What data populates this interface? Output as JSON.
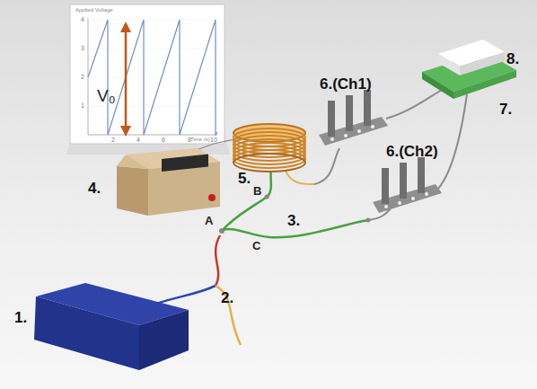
{
  "diagram": {
    "labels": [
      "1.",
      "2.",
      "3.",
      "4.",
      "5.",
      "6.(Ch1)",
      "6.(Ch2)",
      "7.",
      "8.",
      "A",
      "B",
      "C",
      "V₀",
      "Applied Voltage",
      "Time (s)",
      "1",
      "2",
      "3",
      "4",
      "2",
      "4",
      "6",
      "8",
      "10"
    ]
  }
}
